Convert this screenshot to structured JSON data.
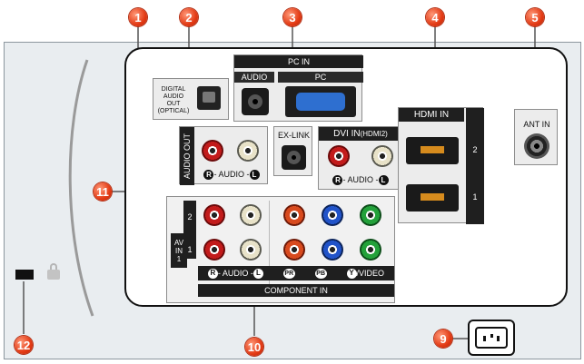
{
  "callouts": [
    "1",
    "2",
    "3",
    "4",
    "5",
    "9",
    "10",
    "11",
    "12"
  ],
  "digital_audio": {
    "line1": "DIGITAL",
    "line2": "AUDIO",
    "line3": "OUT",
    "line4": "(OPTICAL)"
  },
  "pc_in": {
    "title": "PC IN",
    "audio": "AUDIO",
    "pc": "PC"
  },
  "audio_out": {
    "title": "AUDIO OUT",
    "caption": "- AUDIO -"
  },
  "ex_link": {
    "title": "EX-LINK"
  },
  "dvi_in": {
    "title": "DVI IN",
    "sub": "(HDMI2)",
    "caption": "- AUDIO -"
  },
  "hdmi_in": {
    "title": "HDMI IN",
    "port2": "2",
    "port1": "1"
  },
  "ant_in": {
    "title": "ANT IN"
  },
  "av_in": {
    "label_av": "AV",
    "label_in": "IN",
    "label_1": "1",
    "row2": "2",
    "row1": "1",
    "audio_caption": "- AUDIO -",
    "video_caption": "/VIDEO"
  },
  "component_in": {
    "title": "COMPONENT IN",
    "pr": "PR",
    "pb": "PB",
    "y": "Y"
  },
  "badges": {
    "r": "R",
    "l": "L"
  }
}
